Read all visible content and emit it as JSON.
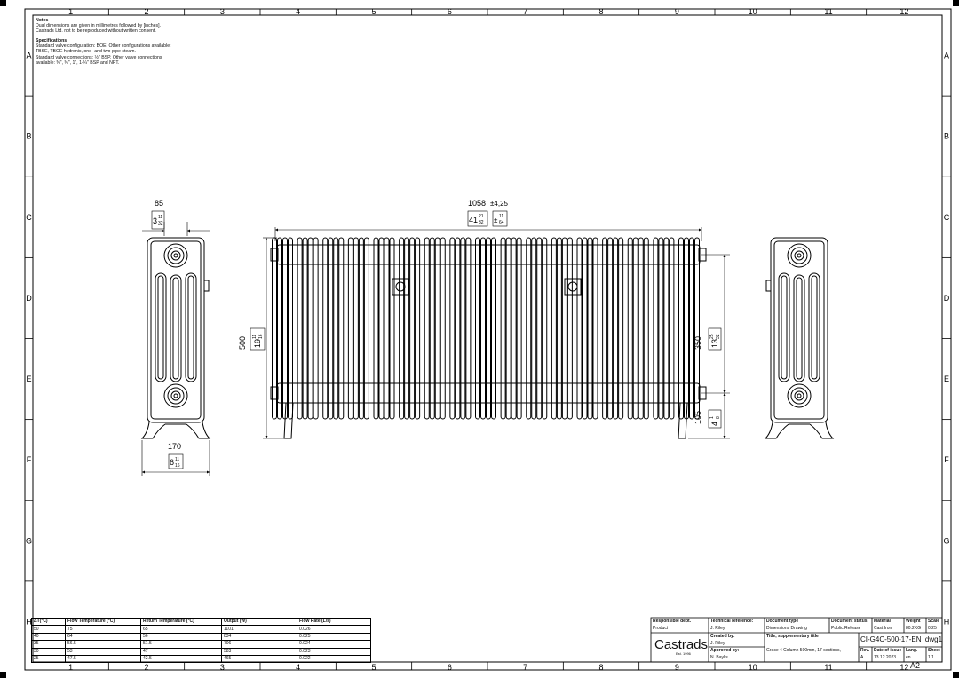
{
  "grid": {
    "columns": [
      "1",
      "2",
      "3",
      "4",
      "5",
      "6",
      "7",
      "8",
      "9",
      "10",
      "11",
      "12"
    ],
    "rows": [
      "A",
      "B",
      "C",
      "D",
      "E",
      "F",
      "G",
      "H"
    ]
  },
  "notes": {
    "heading": "Notes",
    "lines": [
      "Dual dimensions are given in millimetres followed by [inches].",
      "Castrads Ltd. not to be reproduced without written consent."
    ],
    "spec_heading": "Specifications",
    "spec_lines": [
      "Standard valve configuration: BOE. Other configurations available:",
      "TBSE, TBOE hydronic, one- and two-pipe steam.",
      "Standard valve connections: ½\" BSP. Other valve connections",
      "available: ⅜\", ¾\", 1\", 1-¼\" BSP and NPT."
    ]
  },
  "dimensions": {
    "depth_mm": "85",
    "depth_in_whole": "3",
    "depth_in_num": "11",
    "depth_in_den": "32",
    "base_mm": "170",
    "base_in_whole": "6",
    "base_in_num": "11",
    "base_in_den": "16",
    "length_mm": "1058",
    "length_tol_mm": "±4,25",
    "length_in_whole": "41",
    "length_in_num": "21",
    "length_in_den": "32",
    "length_tol_in": "±",
    "length_tol_in_num": "11",
    "length_tol_in_den": "64",
    "height_mm": "500",
    "height_in_whole": "19",
    "height_in_num": "11",
    "height_in_den": "16",
    "centres_mm": "350",
    "centres_in_whole": "13",
    "centres_in_num": "25",
    "centres_in_den": "32",
    "floor_mm": "105",
    "floor_in_whole": "4",
    "floor_in_num": "1",
    "floor_in_den": "8"
  },
  "flow_table": {
    "headers": [
      "ΔT(°C)",
      "Flow Temperature (°C)",
      "Return Temperature (°C)",
      "Output (W)",
      "Flow Rate (L/s)"
    ],
    "rows": [
      [
        "50",
        "75",
        "65",
        "1101",
        "0.026"
      ],
      [
        "40",
        "64",
        "56",
        "834",
        "0.025"
      ],
      [
        "35",
        "56.5",
        "51.5",
        "706",
        "0.024"
      ],
      [
        "30",
        "53",
        "47",
        "583",
        "0.023"
      ],
      [
        "25",
        "47.5",
        "42.5",
        "465",
        "0.022"
      ]
    ]
  },
  "title_block": {
    "responsible_dept_label": "Responsible dept.",
    "responsible_dept": "Product",
    "technical_ref_label": "Technical reference:",
    "technical_ref": "J. Riley",
    "document_type_label": "Document type",
    "document_type": "Dimensions Drawing",
    "document_status_label": "Document status",
    "document_status": "Public Release",
    "material_label": "Material",
    "material": "Cast Iron",
    "weight_label": "Weight",
    "weight": "80.2KG",
    "scale_label": "Scale",
    "scale": "0.25",
    "created_by_label": "Created by:",
    "created_by": "J. Riley",
    "title_label": "Title, supplementary title",
    "title": "Grace 4 Column 500mm, 17 sections,",
    "approved_by_label": "Approved by:",
    "approved_by": "N. Baylis",
    "company": "Castrads",
    "established": "Est. 1996",
    "document_number": "CI-G4C-500-17-EN_dwg1",
    "rev_label": "Rev.",
    "rev": "A",
    "date_label": "Date of issue",
    "date": "13.12.2023",
    "lang_label": "Lang.",
    "lang": "en",
    "sheet_label": "Sheet",
    "sheet": "1/1",
    "paper_size": "A2"
  }
}
